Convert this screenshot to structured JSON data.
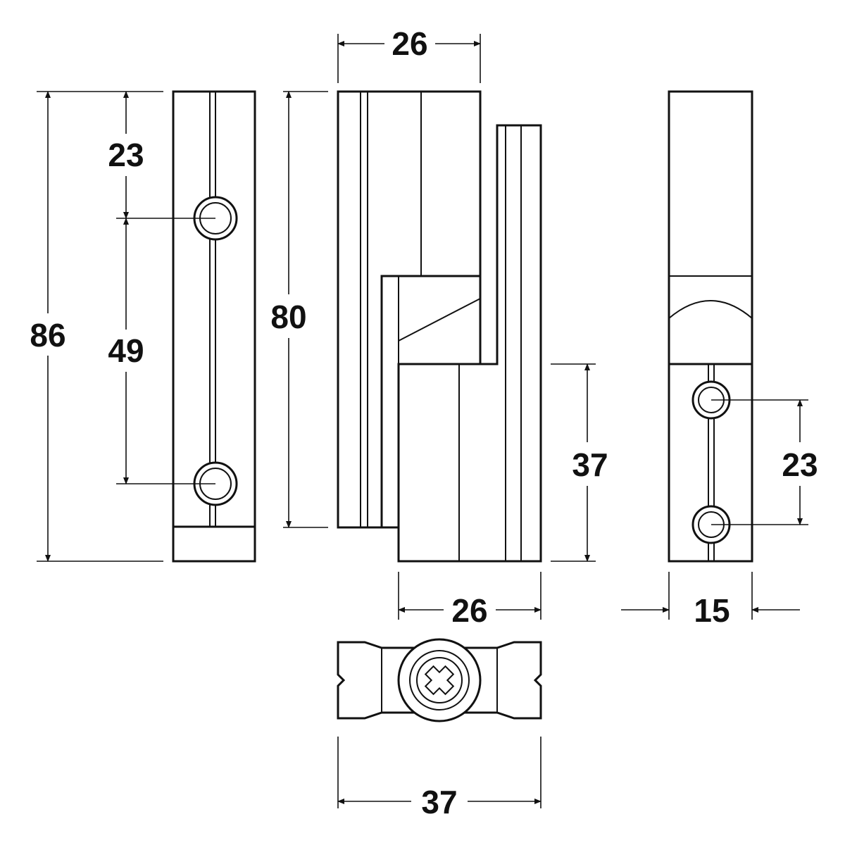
{
  "dimensions": {
    "left_total_height": "86",
    "left_top_to_hole": "23",
    "left_hole_spacing": "49",
    "middle_height": "80",
    "middle_top_width": "26",
    "middle_bottom_width": "26",
    "middle_lower_height": "37",
    "right_hole_spacing": "23",
    "right_width": "15",
    "bottom_width": "37"
  },
  "colors": {
    "line": "#111111",
    "background": "#ffffff"
  },
  "icons": {
    "screw": "phillips-screw-head-icon"
  }
}
